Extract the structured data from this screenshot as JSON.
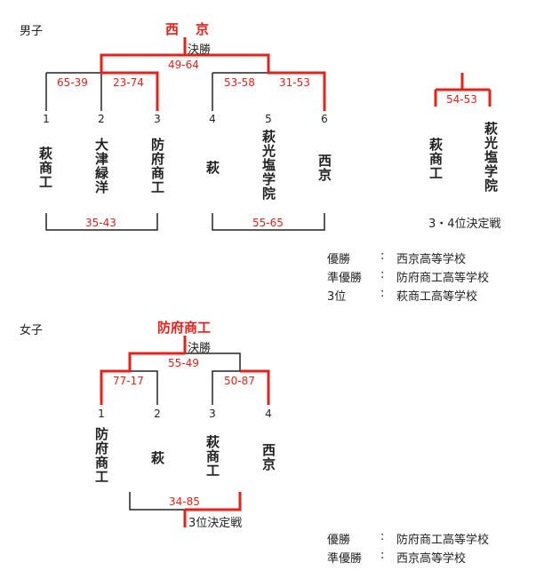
{
  "colors": {
    "winner_line": "#e8201a",
    "line": "#222222"
  },
  "boys": {
    "section_label": "男子",
    "champion": "西　京",
    "final_label": "決勝",
    "final_score": "49-64",
    "semi_scores": [
      "65-39",
      "23-74",
      "53-58",
      "31-53"
    ],
    "seeds": [
      "1",
      "2",
      "3",
      "4",
      "5",
      "6"
    ],
    "teams": [
      "萩商工",
      "大津緑洋",
      "防府商工",
      "萩",
      "萩光塩学院",
      "西京"
    ],
    "bottom_scores": [
      "35-43",
      "55-65"
    ],
    "third_place": {
      "score": "54-53",
      "teams": [
        "萩商工",
        "萩光塩学院"
      ],
      "label": "3・4位決定戦"
    },
    "results": [
      {
        "rank": "優勝",
        "colon": ":",
        "school": "西京高等学校"
      },
      {
        "rank": "準優勝",
        "colon": ":",
        "school": "防府商工高等学校"
      },
      {
        "rank": "3位",
        "colon": ":",
        "school": "萩商工高等学校"
      }
    ]
  },
  "girls": {
    "section_label": "女子",
    "champion": "防府商工",
    "final_label": "決勝",
    "final_score": "55-49",
    "semi_scores": [
      "77-17",
      "50-87"
    ],
    "seeds": [
      "1",
      "2",
      "3",
      "4"
    ],
    "teams": [
      "防府商工",
      "萩",
      "萩商工",
      "西京"
    ],
    "third_place": {
      "score": "34-85",
      "label": "3位決定戦"
    },
    "results": [
      {
        "rank": "優勝",
        "colon": ":",
        "school": "防府商工高等学校"
      },
      {
        "rank": "準優勝",
        "colon": ":",
        "school": "西京高等学校"
      }
    ]
  }
}
